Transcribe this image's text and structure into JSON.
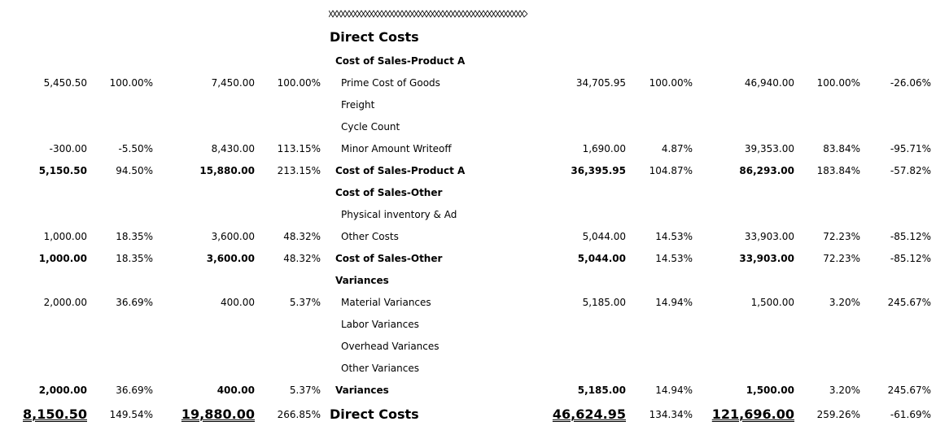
{
  "section_title": "Direct Costs",
  "rows": [
    {
      "type": "header",
      "label": "Cost of Sales-Product A"
    },
    {
      "type": "line",
      "label": "Prime Cost of Goods",
      "c1": "5,450.50",
      "c2": "100.00%",
      "c3": "7,450.00",
      "c4": "100.00%",
      "c7": "34,705.95",
      "c8": "100.00%",
      "c9": "46,940.00",
      "c10": "100.00%",
      "c11": "-26.06%"
    },
    {
      "type": "line",
      "label": "Freight"
    },
    {
      "type": "line",
      "label": "Cycle Count"
    },
    {
      "type": "line",
      "label": "Minor Amount Writeoff",
      "c1": "-300.00",
      "c2": "-5.50%",
      "c3": "8,430.00",
      "c4": "113.15%",
      "c7": "1,690.00",
      "c8": "4.87%",
      "c9": "39,353.00",
      "c10": "83.84%",
      "c11": "-95.71%"
    },
    {
      "type": "subtotal",
      "label": "Cost of Sales-Product A",
      "c1": "5,150.50",
      "c2": "94.50%",
      "c3": "15,880.00",
      "c4": "213.15%",
      "c7": "36,395.95",
      "c8": "104.87%",
      "c9": "86,293.00",
      "c10": "183.84%",
      "c11": "-57.82%"
    },
    {
      "type": "header",
      "label": "Cost of Sales-Other"
    },
    {
      "type": "line",
      "label": "Physical inventory & Ad"
    },
    {
      "type": "line",
      "label": "Other Costs",
      "c1": "1,000.00",
      "c2": "18.35%",
      "c3": "3,600.00",
      "c4": "48.32%",
      "c7": "5,044.00",
      "c8": "14.53%",
      "c9": "33,903.00",
      "c10": "72.23%",
      "c11": "-85.12%"
    },
    {
      "type": "subtotal",
      "label": "Cost of Sales-Other",
      "c1": "1,000.00",
      "c2": "18.35%",
      "c3": "3,600.00",
      "c4": "48.32%",
      "c7": "5,044.00",
      "c8": "14.53%",
      "c9": "33,903.00",
      "c10": "72.23%",
      "c11": "-85.12%"
    },
    {
      "type": "header",
      "label": "Variances"
    },
    {
      "type": "line",
      "label": "Material Variances",
      "c1": "2,000.00",
      "c2": "36.69%",
      "c3": "400.00",
      "c4": "5.37%",
      "c7": "5,185.00",
      "c8": "14.94%",
      "c9": "1,500.00",
      "c10": "3.20%",
      "c11": "245.67%"
    },
    {
      "type": "line",
      "label": "Labor Variances"
    },
    {
      "type": "line",
      "label": "Overhead Variances"
    },
    {
      "type": "line",
      "label": "Other Variances"
    },
    {
      "type": "subtotal",
      "label": "Variances",
      "c1": "2,000.00",
      "c2": "36.69%",
      "c3": "400.00",
      "c4": "5.37%",
      "c7": "5,185.00",
      "c8": "14.94%",
      "c9": "1,500.00",
      "c10": "3.20%",
      "c11": "245.67%"
    }
  ],
  "total": {
    "label": "Direct Costs",
    "c1": "8,150.50",
    "c2": "149.54%",
    "c3": "19,880.00",
    "c4": "266.85%",
    "c7": "46,624.95",
    "c8": "134.34%",
    "c9": "121,696.00",
    "c10": "259.26%",
    "c11": "-61.69%"
  }
}
